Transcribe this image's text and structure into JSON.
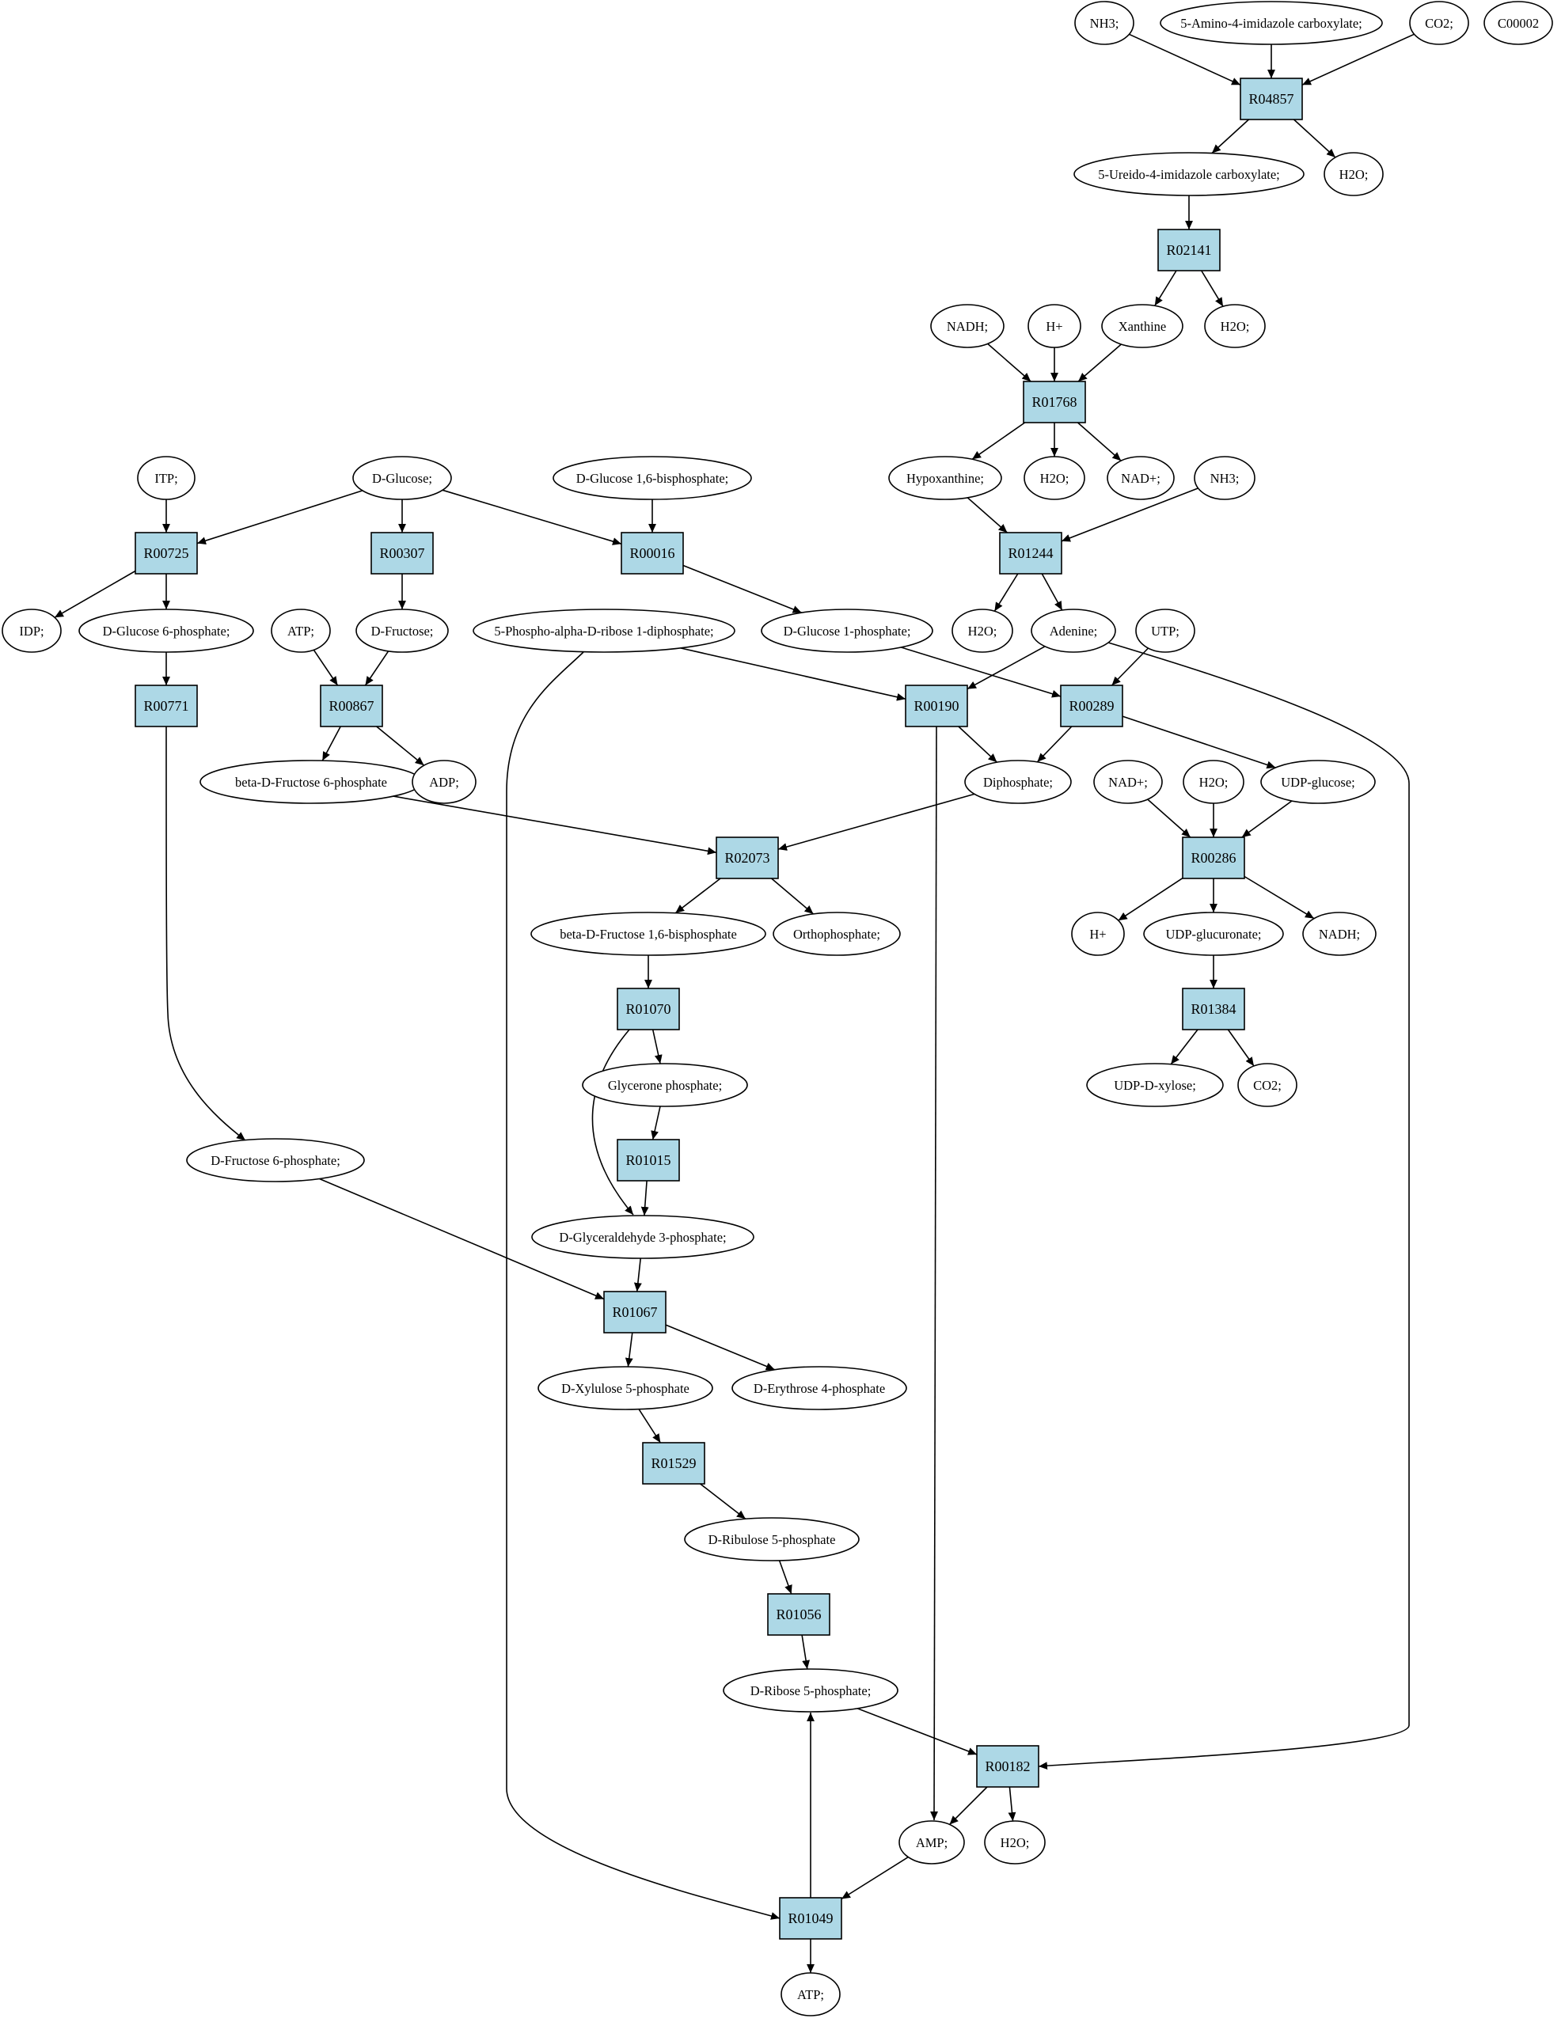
{
  "colors": {
    "reaction_fill": "#add8e6",
    "compound_fill": "#ffffff",
    "highlight_start": "#00ff00",
    "highlight_special": "#ffff00"
  },
  "nodes": {
    "NH3_top": {
      "label": "NH3;",
      "kind": "compound"
    },
    "AICA": {
      "label": "5-Amino-4-imidazole carboxylate;",
      "kind": "compound"
    },
    "CO2_top": {
      "label": "CO2;",
      "kind": "compound"
    },
    "C00002": {
      "label": "C00002",
      "kind": "compound",
      "highlight": "special"
    },
    "R04857": {
      "label": "R04857",
      "kind": "reaction"
    },
    "UIC": {
      "label": "5-Ureido-4-imidazole carboxylate;",
      "kind": "compound"
    },
    "H2O_1": {
      "label": "H2O;",
      "kind": "compound"
    },
    "R02141": {
      "label": "R02141",
      "kind": "reaction"
    },
    "NADH_1": {
      "label": "NADH;",
      "kind": "compound"
    },
    "Hplus_1": {
      "label": "H+",
      "kind": "compound"
    },
    "Xanthine": {
      "label": "Xanthine",
      "kind": "compound"
    },
    "H2O_2": {
      "label": "H2O;",
      "kind": "compound"
    },
    "R01768": {
      "label": "R01768",
      "kind": "reaction"
    },
    "Hypoxanthine": {
      "label": "Hypoxanthine;",
      "kind": "compound"
    },
    "H2O_3": {
      "label": "H2O;",
      "kind": "compound"
    },
    "NADplus_1": {
      "label": "NAD+;",
      "kind": "compound"
    },
    "NH3_2": {
      "label": "NH3;",
      "kind": "compound"
    },
    "R01244": {
      "label": "R01244",
      "kind": "reaction"
    },
    "H2O_4": {
      "label": "H2O;",
      "kind": "compound"
    },
    "Adenine": {
      "label": "Adenine;",
      "kind": "compound"
    },
    "UTP": {
      "label": "UTP;",
      "kind": "compound"
    },
    "ITP": {
      "label": "ITP;",
      "kind": "compound"
    },
    "DGlucose": {
      "label": "D-Glucose;",
      "kind": "compound",
      "highlight": "start"
    },
    "G16BP": {
      "label": "D-Glucose 1,6-bisphosphate;",
      "kind": "compound"
    },
    "R00725": {
      "label": "R00725",
      "kind": "reaction"
    },
    "R00307": {
      "label": "R00307",
      "kind": "reaction"
    },
    "R00016": {
      "label": "R00016",
      "kind": "reaction"
    },
    "IDP": {
      "label": "IDP;",
      "kind": "compound"
    },
    "G6P": {
      "label": "D-Glucose 6-phosphate;",
      "kind": "compound"
    },
    "ATP_1": {
      "label": "ATP;",
      "kind": "compound"
    },
    "DFructose": {
      "label": "D-Fructose;",
      "kind": "compound"
    },
    "PRPP": {
      "label": "5-Phospho-alpha-D-ribose 1-diphosphate;",
      "kind": "compound"
    },
    "G1P": {
      "label": "D-Glucose 1-phosphate;",
      "kind": "compound"
    },
    "R00771": {
      "label": "R00771",
      "kind": "reaction"
    },
    "R00867": {
      "label": "R00867",
      "kind": "reaction"
    },
    "R00190": {
      "label": "R00190",
      "kind": "reaction"
    },
    "R00289": {
      "label": "R00289",
      "kind": "reaction"
    },
    "bF6P": {
      "label": "beta-D-Fructose 6-phosphate",
      "kind": "compound"
    },
    "ADP": {
      "label": "ADP;",
      "kind": "compound"
    },
    "Diphosphate": {
      "label": "Diphosphate;",
      "kind": "compound"
    },
    "NADplus_2": {
      "label": "NAD+;",
      "kind": "compound"
    },
    "H2O_5": {
      "label": "H2O;",
      "kind": "compound"
    },
    "UDPglucose": {
      "label": "UDP-glucose;",
      "kind": "compound"
    },
    "R02073": {
      "label": "R02073",
      "kind": "reaction"
    },
    "R00286": {
      "label": "R00286",
      "kind": "reaction"
    },
    "F16BP": {
      "label": "beta-D-Fructose 1,6-bisphosphate",
      "kind": "compound"
    },
    "Orthophosphate": {
      "label": "Orthophosphate;",
      "kind": "compound"
    },
    "Hplus_2": {
      "label": "H+",
      "kind": "compound"
    },
    "UDPGA": {
      "label": "UDP-glucuronate;",
      "kind": "compound"
    },
    "NADH_2": {
      "label": "NADH;",
      "kind": "compound"
    },
    "R01070": {
      "label": "R01070",
      "kind": "reaction"
    },
    "R01384": {
      "label": "R01384",
      "kind": "reaction"
    },
    "DHAP": {
      "label": "Glycerone phosphate;",
      "kind": "compound"
    },
    "UDPXyl": {
      "label": "UDP-D-xylose;",
      "kind": "compound"
    },
    "CO2_2": {
      "label": "CO2;",
      "kind": "compound"
    },
    "R01015": {
      "label": "R01015",
      "kind": "reaction"
    },
    "F6P": {
      "label": "D-Fructose 6-phosphate;",
      "kind": "compound"
    },
    "GAP": {
      "label": "D-Glyceraldehyde 3-phosphate;",
      "kind": "compound"
    },
    "R01067": {
      "label": "R01067",
      "kind": "reaction"
    },
    "X5P": {
      "label": "D-Xylulose 5-phosphate",
      "kind": "compound"
    },
    "E4P": {
      "label": "D-Erythrose 4-phosphate",
      "kind": "compound"
    },
    "R01529": {
      "label": "R01529",
      "kind": "reaction"
    },
    "Ru5P": {
      "label": "D-Ribulose 5-phosphate",
      "kind": "compound"
    },
    "R01056": {
      "label": "R01056",
      "kind": "reaction"
    },
    "R5P": {
      "label": "D-Ribose 5-phosphate;",
      "kind": "compound"
    },
    "R00182": {
      "label": "R00182",
      "kind": "reaction"
    },
    "AMP": {
      "label": "AMP;",
      "kind": "compound"
    },
    "H2O_6": {
      "label": "H2O;",
      "kind": "compound"
    },
    "R01049": {
      "label": "R01049",
      "kind": "reaction"
    },
    "ATP_2": {
      "label": "ATP;",
      "kind": "compound"
    }
  },
  "edges": [
    [
      "NH3_top",
      "R04857"
    ],
    [
      "AICA",
      "R04857"
    ],
    [
      "CO2_top",
      "R04857"
    ],
    [
      "R04857",
      "UIC"
    ],
    [
      "R04857",
      "H2O_1"
    ],
    [
      "UIC",
      "R02141"
    ],
    [
      "R02141",
      "Xanthine"
    ],
    [
      "R02141",
      "H2O_2"
    ],
    [
      "NADH_1",
      "R01768"
    ],
    [
      "Hplus_1",
      "R01768"
    ],
    [
      "Xanthine",
      "R01768"
    ],
    [
      "R01768",
      "Hypoxanthine"
    ],
    [
      "R01768",
      "H2O_3"
    ],
    [
      "R01768",
      "NADplus_1"
    ],
    [
      "Hypoxanthine",
      "R01244"
    ],
    [
      "NH3_2",
      "R01244"
    ],
    [
      "R01244",
      "H2O_4"
    ],
    [
      "R01244",
      "Adenine"
    ],
    [
      "ITP",
      "R00725"
    ],
    [
      "DGlucose",
      "R00725"
    ],
    [
      "DGlucose",
      "R00307"
    ],
    [
      "DGlucose",
      "R00016"
    ],
    [
      "G16BP",
      "R00016"
    ],
    [
      "R00725",
      "IDP"
    ],
    [
      "R00725",
      "G6P"
    ],
    [
      "R00307",
      "DFructose"
    ],
    [
      "R00016",
      "G1P"
    ],
    [
      "G6P",
      "R00771"
    ],
    [
      "ATP_1",
      "R00867"
    ],
    [
      "DFructose",
      "R00867"
    ],
    [
      "R00867",
      "bF6P"
    ],
    [
      "R00867",
      "ADP"
    ],
    [
      "PRPP",
      "R00190"
    ],
    [
      "Adenine",
      "R00190"
    ],
    [
      "G1P",
      "R00289"
    ],
    [
      "UTP",
      "R00289"
    ],
    [
      "R00190",
      "Diphosphate"
    ],
    [
      "R00289",
      "Diphosphate"
    ],
    [
      "R00289",
      "UDPglucose"
    ],
    [
      "NADplus_2",
      "R00286"
    ],
    [
      "H2O_5",
      "R00286"
    ],
    [
      "UDPglucose",
      "R00286"
    ],
    [
      "R00286",
      "Hplus_2"
    ],
    [
      "R00286",
      "UDPGA"
    ],
    [
      "R00286",
      "NADH_2"
    ],
    [
      "UDPGA",
      "R01384"
    ],
    [
      "R01384",
      "UDPXyl"
    ],
    [
      "R01384",
      "CO2_2"
    ],
    [
      "bF6P",
      "R02073"
    ],
    [
      "Diphosphate",
      "R02073"
    ],
    [
      "R02073",
      "F16BP"
    ],
    [
      "R02073",
      "Orthophosphate"
    ],
    [
      "F16BP",
      "R01070"
    ],
    [
      "R01070",
      "DHAP"
    ],
    [
      "R01070",
      "GAP"
    ],
    [
      "DHAP",
      "R01015"
    ],
    [
      "R01015",
      "GAP"
    ],
    [
      "R00771",
      "F6P"
    ],
    [
      "F6P",
      "R01067"
    ],
    [
      "GAP",
      "R01067"
    ],
    [
      "R01067",
      "X5P"
    ],
    [
      "R01067",
      "E4P"
    ],
    [
      "X5P",
      "R01529"
    ],
    [
      "R01529",
      "Ru5P"
    ],
    [
      "Ru5P",
      "R01056"
    ],
    [
      "R01056",
      "R5P"
    ],
    [
      "R5P",
      "R00182"
    ],
    [
      "Adenine",
      "R00182"
    ],
    [
      "R00182",
      "AMP"
    ],
    [
      "R00182",
      "H2O_6"
    ],
    [
      "R00190",
      "AMP"
    ],
    [
      "PRPP",
      "R01049"
    ],
    [
      "AMP",
      "R01049"
    ],
    [
      "R01049",
      "R5P"
    ],
    [
      "R01049",
      "ATP_2"
    ]
  ]
}
